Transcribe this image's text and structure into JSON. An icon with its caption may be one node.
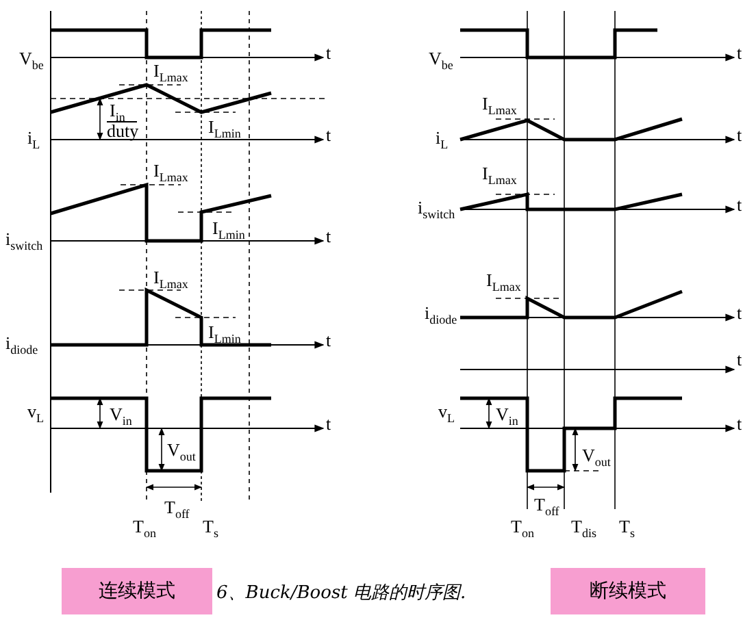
{
  "diagram": {
    "caption": "6、Buck/Boost 电路的时序图.",
    "nodes": [
      {
        "text": [
          "连续模式"
        ]
      },
      {
        "text": [
          "断续模式"
        ]
      }
    ],
    "labels": [
      "V$_{be}$",
      "t",
      "I$_{Lmax}$",
      "I$_{in}$",
      "duty",
      "i$_{L}$",
      "I$_{Lmin}$",
      "t",
      "I$_{Lmax}$",
      "i$_{switch}$",
      "I$_{Lmin}$",
      "t",
      "I$_{Lmax}$",
      "i$_{diode}$",
      "I$_{Lmin}$",
      "t",
      "v$_{L}$",
      "V$_{in}$",
      "t",
      "V$_{out}$",
      "T$_{off}$",
      "T$_{on}$",
      "T$_{s}$",
      "V$_{be}$",
      "t",
      "I$_{Lmax}$",
      "i$_{L}$",
      "t",
      "I$_{Lmax}$",
      "i$_{switch}$",
      "t",
      "I$_{Lmax}$",
      "i$_{diode}$",
      "t",
      "t",
      "v$_{L}$",
      "V$_{in}$",
      "t",
      "V$_{out}$",
      "T$_{off}$",
      "T$_{on}$",
      "T$_{dis}$",
      "T$_{s}$"
    ]
  }
}
